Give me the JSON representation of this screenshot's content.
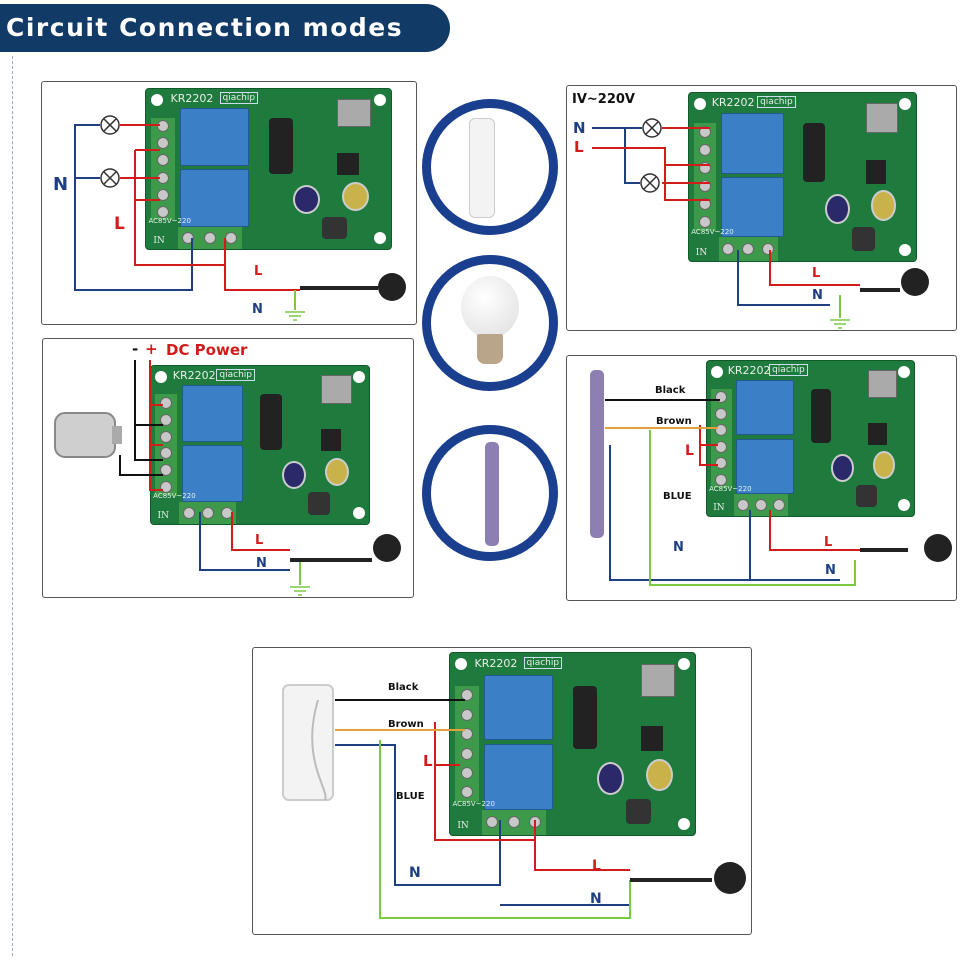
{
  "header": {
    "title": "Circuit Connection modes"
  },
  "board": {
    "model": "KR2202",
    "brand": "qiachip",
    "voltage": "AC85V~220",
    "input": "IN"
  },
  "panel1": {
    "n_left": "N",
    "l_left": "L",
    "l_bottom": "L",
    "n_bottom": "N"
  },
  "panel2": {
    "voltage": "IV~220V",
    "n_top": "N",
    "l_top": "L",
    "l_bottom": "L",
    "n_bottom": "N"
  },
  "panel3": {
    "minus": "-",
    "plus": "+",
    "dc_power": "DC Power",
    "l_bottom": "L",
    "n_bottom": "N"
  },
  "panel4": {
    "black": "Black",
    "brown": "Brown",
    "l": "L",
    "blue": "BLUE",
    "n_left": "N",
    "l_bottom": "L",
    "n_bottom": "N"
  },
  "panel5": {
    "black": "Black",
    "brown": "Brown",
    "l": "L",
    "blue": "BLUE",
    "n_left": "N",
    "l_bottom": "L",
    "n_bottom": "N"
  },
  "colors": {
    "banner": "#123a66",
    "neutral": "#1e3f80",
    "live": "#d21c1c",
    "earth": "#7ac943",
    "brown": "#e2a23a",
    "board": "#1f7a3e",
    "relay": "#3b7fc7"
  },
  "icons": [
    "lamp-icon",
    "plug-icon",
    "ground-icon",
    "motor-icon",
    "tubular-motor-icon",
    "curtain-motor-icon",
    "light-bulb-icon"
  ]
}
